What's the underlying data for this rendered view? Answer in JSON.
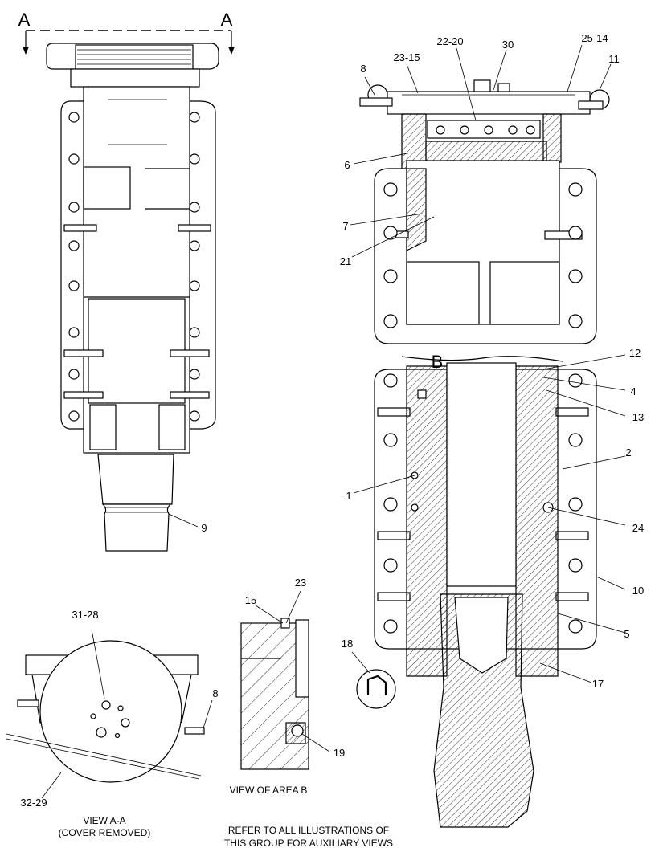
{
  "section_marks": {
    "left": "A",
    "right": "A",
    "detail": "B"
  },
  "callouts": {
    "c_8_top": "8",
    "c_23_15": "23-15",
    "c_22_20": "22-20",
    "c_30": "30",
    "c_25_14": "25-14",
    "c_11": "11",
    "c_6": "6",
    "c_7": "7",
    "c_21": "21",
    "c_12": "12",
    "c_4": "4",
    "c_13": "13",
    "c_2": "2",
    "c_1": "1",
    "c_24": "24",
    "c_10": "10",
    "c_5": "5",
    "c_17": "17",
    "c_18": "18",
    "c_9": "9",
    "c_31_28": "31-28",
    "c_8_view": "8",
    "c_32_29": "32-29",
    "c_23_b": "23",
    "c_15_b": "15",
    "c_19": "19"
  },
  "captions": {
    "view_aa_1": "VIEW A-A",
    "view_aa_2": "(COVER REMOVED)",
    "view_b": "VIEW OF AREA B",
    "refer_1": "REFER TO ALL ILLUSTRATIONS OF",
    "refer_2": "THIS GROUP FOR AUXILIARY VIEWS"
  }
}
